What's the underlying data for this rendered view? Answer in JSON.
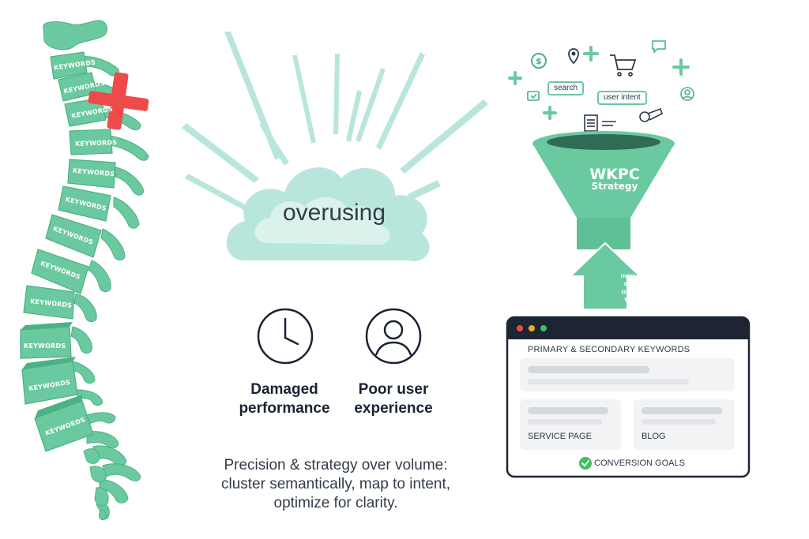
{
  "spine": {
    "vertebra_label": "KEYWORDS",
    "vertebrae": [
      "KEYWORDS",
      "KEYWORDS",
      "KEYWORDS",
      "KEYWORDS",
      "KEYWORDS",
      "KEYWORDS",
      "KEYWORDS",
      "KEYWORDS",
      "KEYWORDS",
      "KEYWORDS",
      "KEYWORDS",
      "KEYWORDS"
    ],
    "marker_icon": "red-cross-icon"
  },
  "burst": {
    "cloud_text": "overusing"
  },
  "effects": [
    {
      "icon": "clock-icon",
      "lines": [
        "Damaged",
        "performance"
      ]
    },
    {
      "icon": "user-icon",
      "lines": [
        "Poor user",
        "experience"
      ]
    }
  ],
  "tagline": {
    "lines": [
      "Precision & strategy over volume:",
      "cluster semantically, map to intent,",
      "optimize for clarity."
    ]
  },
  "funnel": {
    "inputs": {
      "pill_search": "search",
      "pill_intent": "user intent",
      "icons": [
        "plus-icon",
        "dollar-icon",
        "location-pin-icon",
        "plus-icon",
        "shopping-cart-icon",
        "comment-icon",
        "plus-icon",
        "user-circle-icon",
        "checkbox-message-icon",
        "plus-icon",
        "document-icon",
        "whistle-icon"
      ]
    },
    "title_line1": "WKPC",
    "title_line2": "Strategy",
    "arrow_lines": [
      "HIGH-VAL",
      "SEMANT",
      "QUALIFIE",
      "TRAFFIC"
    ]
  },
  "window": {
    "heading": "PRIMARY & SECONDARY KEYWORDS",
    "card_left_label": "SERVICE PAGE",
    "card_right_label": "BLOG",
    "conversion_label": "CONVERSION GOALS"
  },
  "colors": {
    "green": "#6ac99f",
    "green_dark": "#4bb283",
    "mint": "#b9e6dc",
    "red": "#ef4a4a",
    "navy": "#1a2232",
    "window_bar": "#1d2533"
  }
}
